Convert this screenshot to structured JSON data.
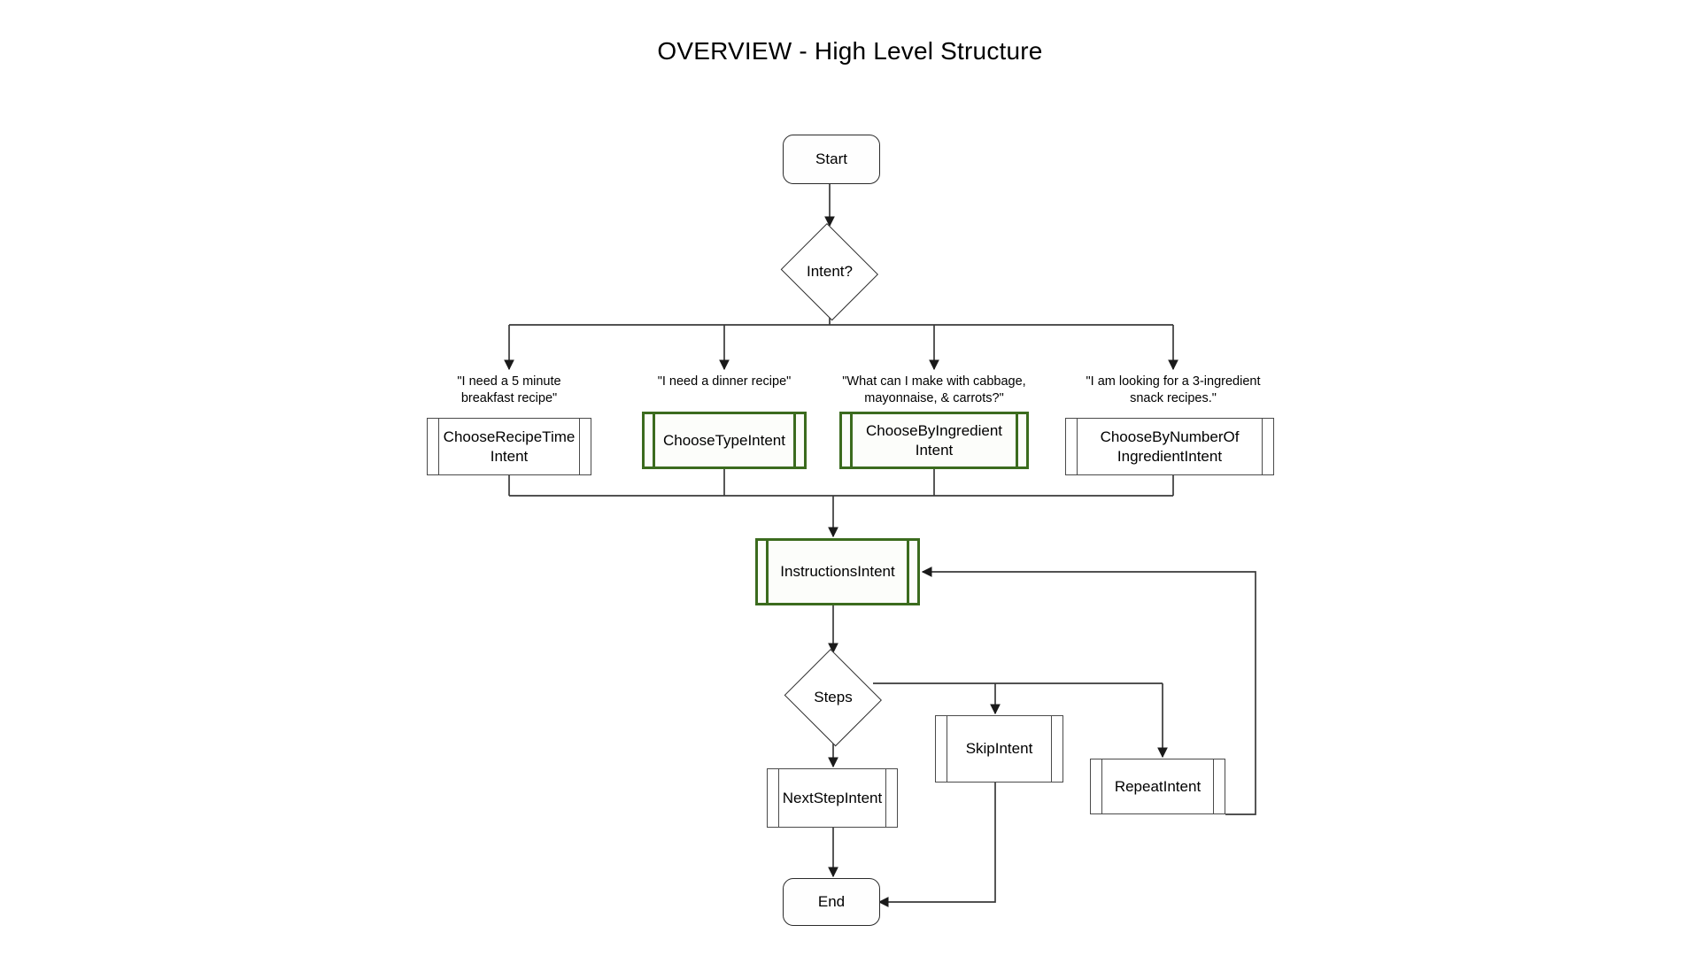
{
  "title": "OVERVIEW - High Level Structure",
  "colors": {
    "highlight": "#3b6b1e",
    "stroke": "#2b2b2b",
    "process_stroke": "#4a4a4a",
    "background": "#ffffff"
  },
  "nodes": {
    "start": {
      "label": "Start",
      "shape": "terminator"
    },
    "intent_decision": {
      "label": "Intent?",
      "shape": "decision"
    },
    "choose_recipe_time": {
      "label": "ChooseRecipeTime\nIntent",
      "line1": "ChooseRecipeTime",
      "line2": "Intent",
      "shape": "predefined-process",
      "highlighted": false
    },
    "choose_type": {
      "label": "ChooseTypeIntent",
      "shape": "predefined-process",
      "highlighted": true
    },
    "choose_by_ingredient": {
      "label": "ChooseByIngredient\nIntent",
      "line1": "ChooseByIngredient",
      "line2": "Intent",
      "shape": "predefined-process",
      "highlighted": true
    },
    "choose_by_number_of_ingredient": {
      "label": "ChooseByNumberOf\nIngredientIntent",
      "line1": "ChooseByNumberOf",
      "line2": "IngredientIntent",
      "shape": "predefined-process",
      "highlighted": false
    },
    "instructions": {
      "label": "InstructionsIntent",
      "shape": "predefined-process",
      "highlighted": true
    },
    "steps_decision": {
      "label": "Steps",
      "shape": "decision"
    },
    "next_step": {
      "label": "NextStepIntent",
      "shape": "predefined-process",
      "highlighted": false
    },
    "skip": {
      "label": "SkipIntent",
      "shape": "predefined-process",
      "highlighted": false
    },
    "repeat": {
      "label": "RepeatIntent",
      "shape": "predefined-process",
      "highlighted": false
    },
    "end": {
      "label": "End",
      "shape": "terminator"
    }
  },
  "captions": {
    "to_choose_recipe_time": {
      "line1": "\"I need a 5 minute",
      "line2": "breakfast recipe\""
    },
    "to_choose_type": {
      "line1": "\"I need a dinner recipe\"",
      "line2": ""
    },
    "to_choose_by_ingredient": {
      "line1": "\"What can I make with cabbage,",
      "line2": "mayonnaise, & carrots?\""
    },
    "to_choose_by_number": {
      "line1": "\"I am looking for a 3-ingredient",
      "line2": "snack recipes.\""
    }
  },
  "edges": [
    {
      "from": "start",
      "to": "intent_decision"
    },
    {
      "from": "intent_decision",
      "to": "choose_recipe_time"
    },
    {
      "from": "intent_decision",
      "to": "choose_type"
    },
    {
      "from": "intent_decision",
      "to": "choose_by_ingredient"
    },
    {
      "from": "intent_decision",
      "to": "choose_by_number_of_ingredient"
    },
    {
      "from": "choose_recipe_time",
      "to": "instructions"
    },
    {
      "from": "choose_type",
      "to": "instructions"
    },
    {
      "from": "choose_by_ingredient",
      "to": "instructions"
    },
    {
      "from": "choose_by_number_of_ingredient",
      "to": "instructions"
    },
    {
      "from": "instructions",
      "to": "steps_decision"
    },
    {
      "from": "steps_decision",
      "to": "next_step"
    },
    {
      "from": "steps_decision",
      "to": "skip"
    },
    {
      "from": "steps_decision",
      "to": "repeat"
    },
    {
      "from": "next_step",
      "to": "end"
    },
    {
      "from": "skip",
      "to": "end"
    },
    {
      "from": "repeat",
      "to": "instructions"
    }
  ]
}
